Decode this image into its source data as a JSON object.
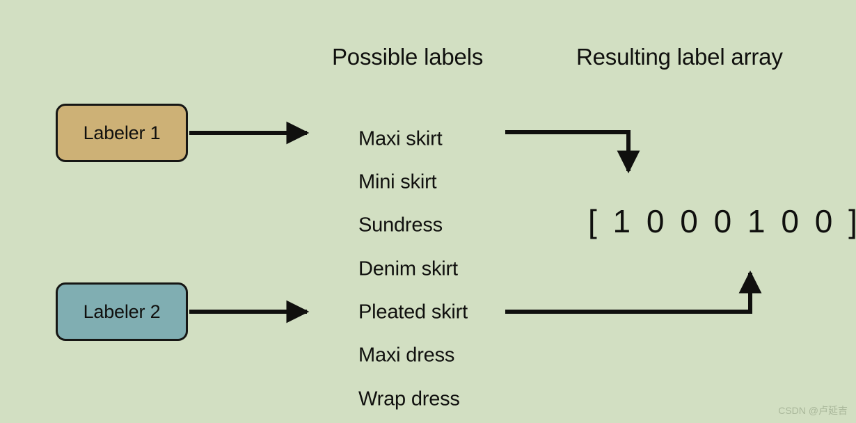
{
  "background_color": "#d2dfc2",
  "headers": {
    "possible_labels": "Possible labels",
    "resulting_array": "Resulting label array"
  },
  "labelers": [
    {
      "label": "Labeler 1",
      "color": "#cdb176",
      "selected_label": "Maxi skirt",
      "selected_index": 0
    },
    {
      "label": "Labeler 2",
      "color": "#80aeb2",
      "selected_label": "Pleated skirt",
      "selected_index": 4
    }
  ],
  "possible_labels": [
    "Maxi skirt",
    "Mini skirt",
    "Sundress",
    "Denim skirt",
    "Pleated skirt",
    "Maxi dress",
    "Wrap dress"
  ],
  "label_array": {
    "open_bracket": "[",
    "close_bracket": "]",
    "values": [
      1,
      0,
      0,
      0,
      1,
      0,
      0
    ],
    "text": "[ 1 0 0 0 1 0 0 ]"
  },
  "watermark": "CSDN @卢延吉"
}
